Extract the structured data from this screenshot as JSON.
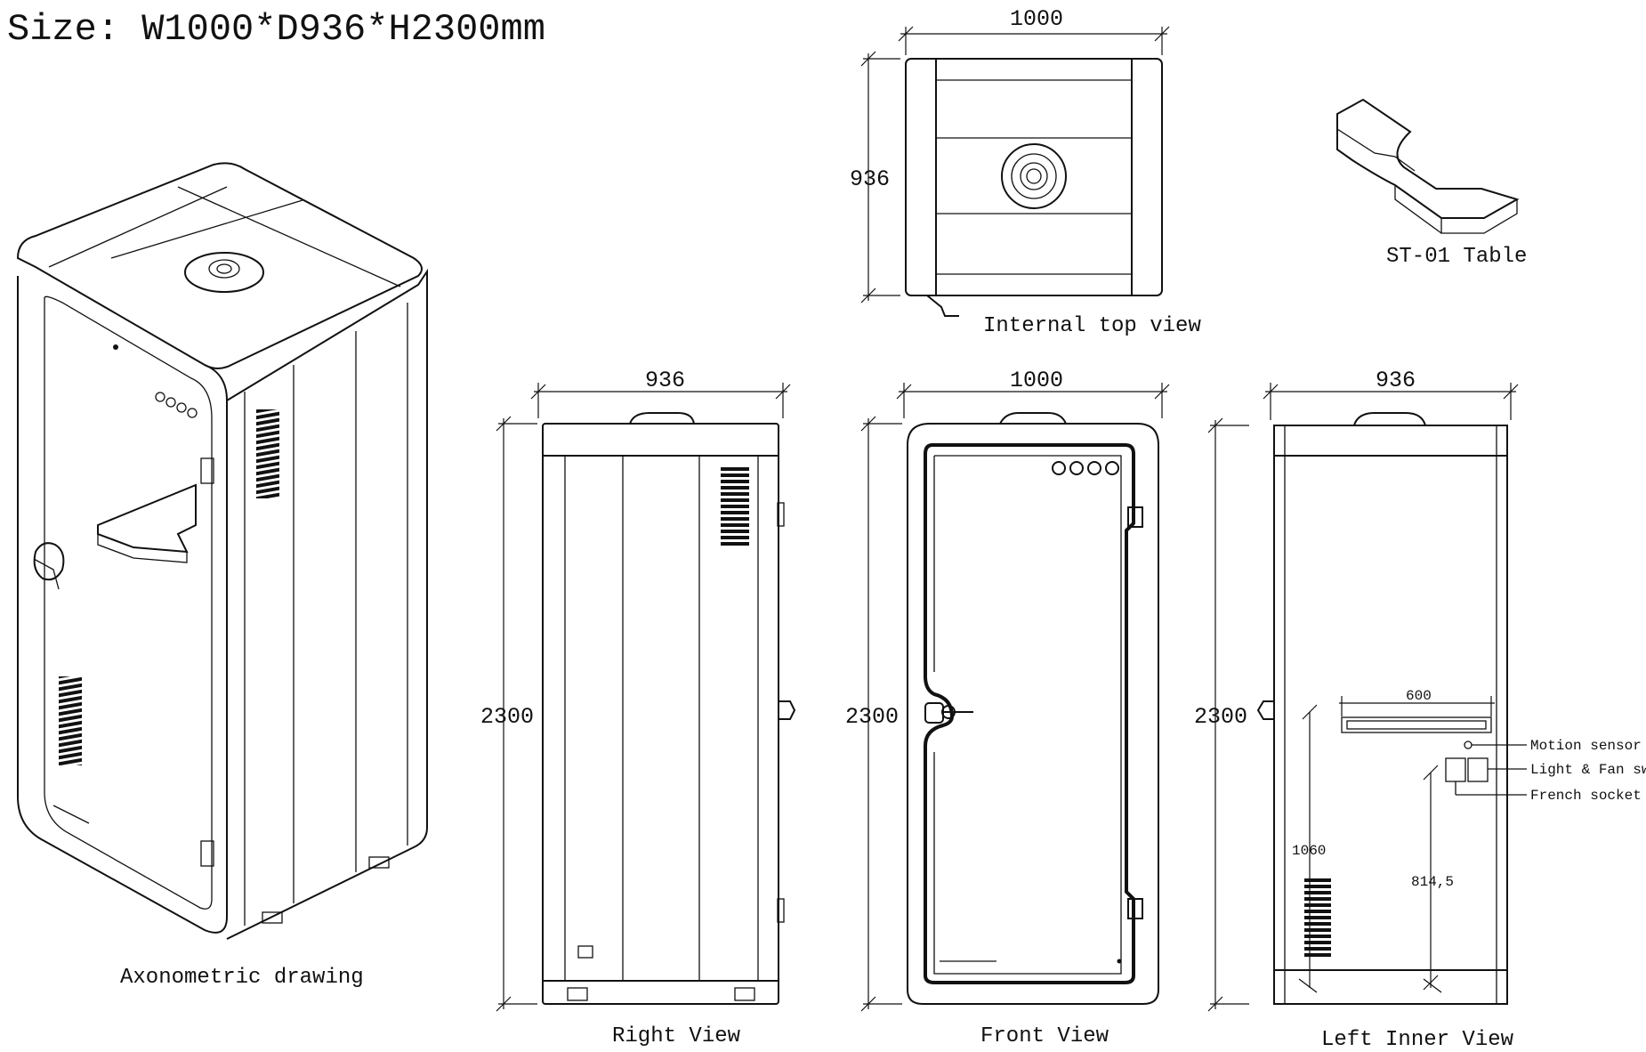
{
  "size_title": "Size: W1000*D936*H2300mm",
  "views": {
    "axonometric": "Axonometric drawing",
    "internal_top": "Internal top view",
    "table": "ST-01 Table",
    "right": "Right View",
    "front": "Front View",
    "left_inner": "Left Inner View"
  },
  "dimensions": {
    "top_width": "1000",
    "top_depth": "936",
    "right_width": "936",
    "right_height": "2300",
    "front_width": "1000",
    "front_height": "2300",
    "left_width": "936",
    "left_height": "2300",
    "table_length": "600",
    "socket_height": "1060",
    "switch_height": "814,5"
  },
  "callouts": {
    "motion_sensor": "Motion sensor",
    "light_fan_switch": "Light & Fan switch",
    "french_socket": "French socket"
  }
}
